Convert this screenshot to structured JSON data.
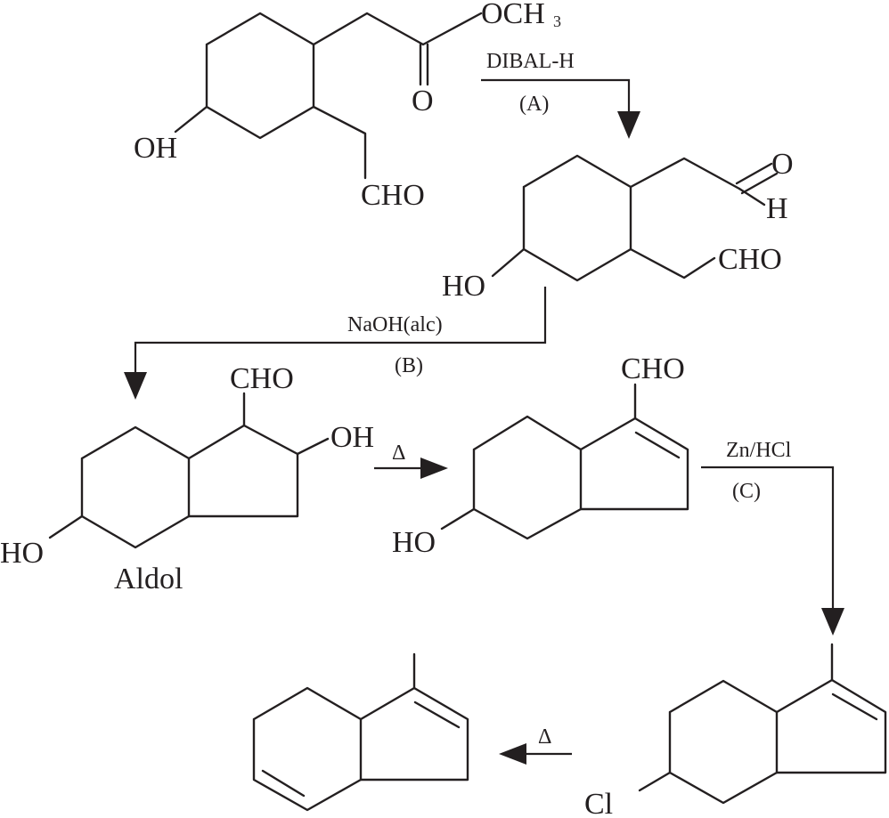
{
  "colors": {
    "ink": "#231f20",
    "background": "#ffffff"
  },
  "labels": {
    "och3_main": "OCH",
    "och3_sub": "3",
    "carbonyl_o": "O",
    "oh_start": "OH",
    "cho_start": "CHO",
    "aldehyde_o": "O",
    "aldehyde_h": "H",
    "ho_dialdehyde": "HO",
    "cho_dialdehyde": "CHO",
    "cho_aldol": "CHO",
    "oh_aldol": "OH",
    "ho_aldol": "HO",
    "cho_enal": "CHO",
    "ho_enal": "HO",
    "cl_chloride": "Cl"
  },
  "reagents": {
    "step_a": "DIBAL-H",
    "step_a_tag": "(A)",
    "step_b": "NaOH(alc)",
    "step_b_tag": "(B)",
    "step_heat_1": "Δ",
    "step_c": "Zn/HCl",
    "step_c_tag": "(C)",
    "step_heat_2": "Δ"
  },
  "captions": {
    "aldol": "Aldol"
  }
}
